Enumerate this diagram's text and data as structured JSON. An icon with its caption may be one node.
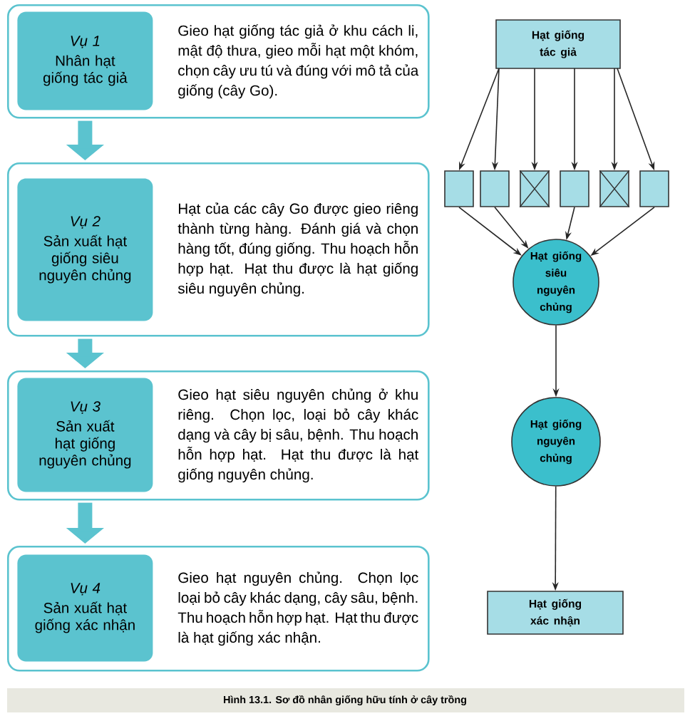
{
  "diagram": {
    "caption": "Hình 13.1. Sơ đồ nhân giống hữu tính ở cây trồng",
    "nodes": [
      {
        "text": [
          "Gieo hạt giống tác giả ở khu cách li, mật độ thưa, gieo mỗi hạt một khóm, chọn cây ưu tú và đúng với mô tả của giống (cây Go)."
        ]
      },
      {
        "text": [
          "Vụ 1",
          "Nhân hạt giống tác giả"
        ],
        "in": 0
      },
      {
        "text": [
          "Hạt của các cây Go được gieo riêng thành từng hàng. Đánh giá và chọn hàng tốt, đúng giống. Thu hoạch hỗn hợp hạt. Hạt thu được là hạt giống siêu nguyên chủng."
        ]
      },
      {
        "text": [
          "Vụ 2",
          "Sản xuất hạt giống siêu nguyên chủng"
        ],
        "in": 2
      },
      {
        "text": [
          "Gieo hạt siêu nguyên chủng ở khu riêng. Chọn lọc, loại bỏ cây khác dạng và cây bị sâu, bệnh. Thu hoạch hỗn hợp hạt. Hạt thu được là hạt giống nguyên chủng."
        ]
      },
      {
        "text": [
          "Vụ 3",
          "Sản xuất hạt giống nguyên chủng"
        ],
        "in": 4
      },
      {
        "text": [
          "Gieo hạt nguyên chủng. Chọn lọc loại bỏ cây khác dạng, cây sâu, bệnh. Thu hoạch hỗn hợp hạt. Hạt thu được là hạt giống xác nhận."
        ]
      },
      {
        "text": [
          "Vụ 4",
          "Sản xuất hạt giống xác nhận"
        ],
        "in": 6
      },
      {
        "text": [
          "Hạt giống tác giả"
        ]
      },
      {
        "text": [],
        "shape": "box"
      },
      {
        "text": [],
        "shape": "box"
      },
      {
        "text": [],
        "shape": "crossed-box"
      },
      {
        "text": [],
        "shape": "box"
      },
      {
        "text": [],
        "shape": "crossed-box"
      },
      {
        "text": [],
        "shape": "box"
      },
      {
        "text": [
          "Hạt giống siêu nguyên chủng"
        ]
      },
      {
        "text": [
          "Hạt giống nguyên chủng"
        ]
      },
      {
        "text": [
          "Hạt giống xác nhận"
        ]
      }
    ],
    "edges": [
      {
        "from": 0,
        "to": 2,
        "arrow": "to",
        "style": "thick",
        "color": "#5bc3cf"
      },
      {
        "from": 2,
        "to": 4,
        "arrow": "to",
        "style": "thick",
        "color": "#5bc3cf"
      },
      {
        "from": 4,
        "to": 6,
        "arrow": "to",
        "style": "thick",
        "color": "#5bc3cf"
      },
      {
        "from": 8,
        "to": 9,
        "arrow": "to"
      },
      {
        "from": 8,
        "to": 10,
        "arrow": "to"
      },
      {
        "from": 8,
        "to": 11,
        "arrow": "to"
      },
      {
        "from": 8,
        "to": 12,
        "arrow": "to"
      },
      {
        "from": 8,
        "to": 13,
        "arrow": "to"
      },
      {
        "from": 8,
        "to": 14,
        "arrow": "to"
      },
      {
        "from": 9,
        "to": 15,
        "arrow": "to"
      },
      {
        "from": 10,
        "to": 15,
        "arrow": "to"
      },
      {
        "from": 12,
        "to": 15,
        "arrow": "to"
      },
      {
        "from": 14,
        "to": 15,
        "arrow": "to"
      },
      {
        "from": 15,
        "to": 16,
        "arrow": "to"
      },
      {
        "from": 16,
        "to": 17,
        "arrow": "to"
      }
    ]
  }
}
